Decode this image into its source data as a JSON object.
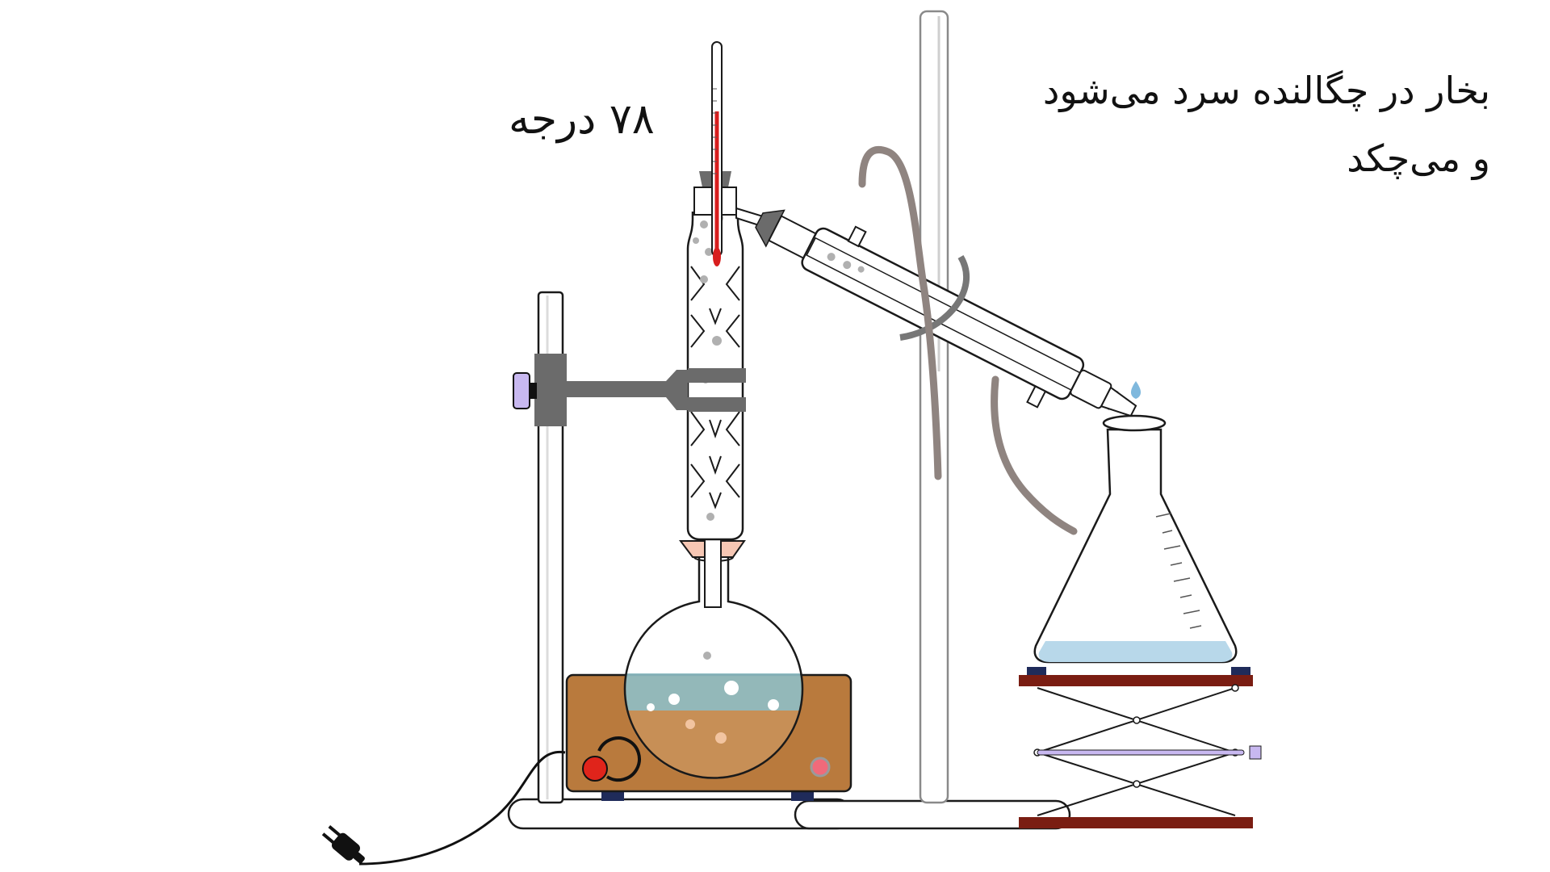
{
  "labels": {
    "temperature": "۷۸ درجه",
    "caption_line1": "بخار در چگالنده سرد می‌شود",
    "caption_line2": "و می‌چکد"
  },
  "colors": {
    "outline": "#1a1a1a",
    "heater_body": "#b97a3d",
    "heater_knob": "#e0241b",
    "power_led": "#f06a7a",
    "clamp_gray": "#6b6b6b",
    "knob_purple": "#c8b8f0",
    "thermometer_red": "#d81e1e",
    "boiling_liquid_top": "#8fbfc7",
    "boiling_liquid_bottom": "#c9935a",
    "distillate": "#b8d8ea",
    "tubing": "#8f8480",
    "stopper": "#f6c7b4",
    "lab_jack_plate": "#7a1d12",
    "vapor_bubble": "#b0b0b0"
  },
  "icons": {
    "plug": "electric-plug-icon",
    "heater_knob": "temperature-knob-icon"
  }
}
